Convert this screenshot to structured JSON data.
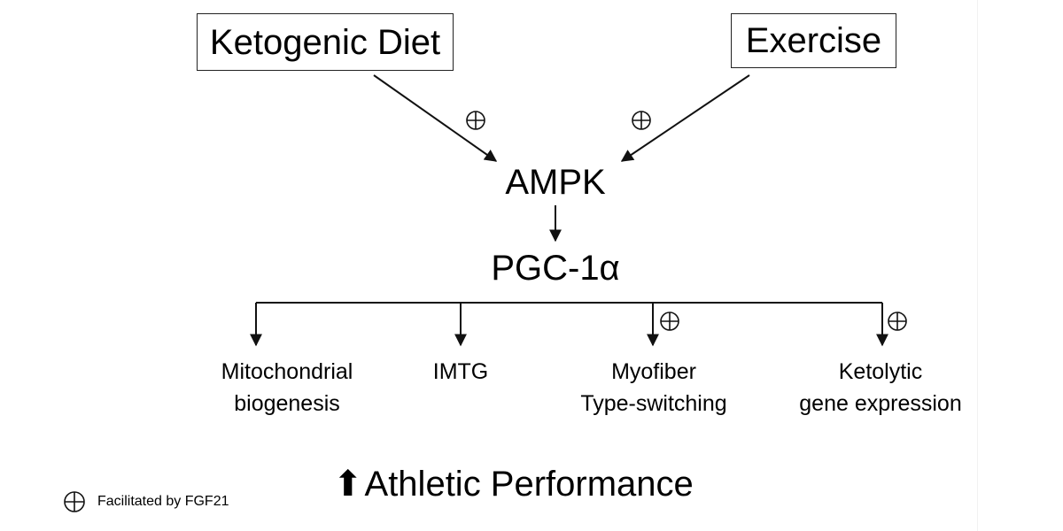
{
  "inputs": {
    "diet": "Ketogenic Diet",
    "exercise": "Exercise"
  },
  "nodes": {
    "ampk": "AMPK",
    "pgc": "PGC-1α"
  },
  "targets": [
    {
      "label": "Mitochondrial\nbiogenesis",
      "fgf21": false
    },
    {
      "label": "IMTG",
      "fgf21": false
    },
    {
      "label": "Myofiber\nType-switching",
      "fgf21": true
    },
    {
      "label": "Ketolytic\ngene expression",
      "fgf21": true
    }
  ],
  "outcome": {
    "arrow": "⬆",
    "text": "Athletic Performance"
  },
  "legend": {
    "symbol": "⊕",
    "text": "Facilitated by FGF21"
  },
  "colors": {
    "line": "#111111",
    "box_border": "#222222"
  }
}
